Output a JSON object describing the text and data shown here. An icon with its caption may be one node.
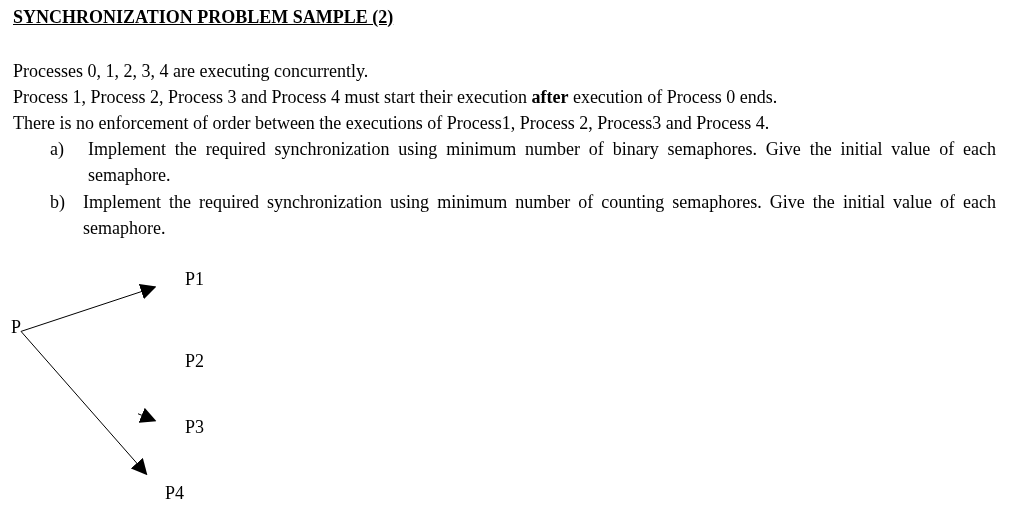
{
  "diagram": {
    "title": "SYNCHRONIZATION PROBLEM SAMPLE (2)",
    "nodes": [
      {
        "text": [
          "P"
        ]
      },
      {
        "text": [
          "P1"
        ]
      },
      {
        "text": [
          "P2"
        ]
      },
      {
        "text": [
          "P3"
        ]
      },
      {
        "text": [
          "P4"
        ]
      }
    ],
    "edges": [
      {
        "from": 0,
        "to": 1,
        "arrow": "to"
      },
      {
        "from": 0,
        "to": 4,
        "arrow": "to"
      },
      {
        "from": null,
        "to": 3,
        "arrow": "to"
      }
    ],
    "labels": [
      "Processes 0, 1, 2, 3, 4 are executing concurrently.",
      "Process 1, Process 2, Process 3 and Process 4 must start their execution **after** execution of Process 0 ends.",
      "There is no enforcement of order between the executions of Process1, Process 2, Process3 and Process 4.",
      "a)",
      "Implement the required synchronization using minimum number of binary semaphores.  Give the initial value of each semaphore.",
      "b)",
      "Implement the required synchronization using minimum number of counting semaphores.  Give the initial value of each semaphore."
    ]
  }
}
